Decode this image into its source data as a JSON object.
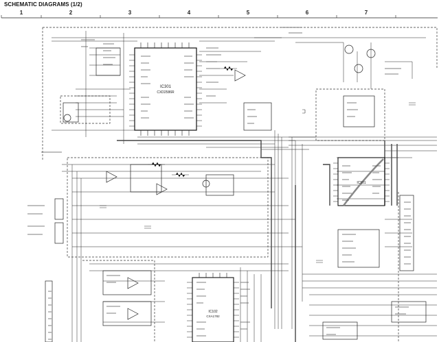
{
  "title": "SCHEMATIC DIAGRAMS  (1/2)",
  "grid_columns": [
    "1",
    "2",
    "3",
    "4",
    "5",
    "6",
    "7"
  ],
  "ic_blocks": [
    {
      "ref": "IC301",
      "part": "CXD2586R"
    },
    {
      "ref": "IC501",
      "part": ""
    },
    {
      "ref": "IC102",
      "part": "CXA1782"
    }
  ],
  "colors": {
    "ink": "#1a1a1a",
    "paper": "#ffffff"
  }
}
